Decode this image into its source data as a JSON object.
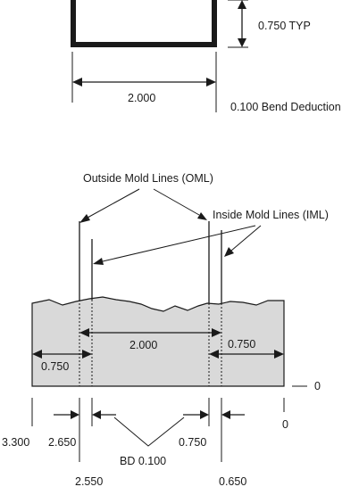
{
  "top_view": {
    "leg_height": "0.750 TYP",
    "width": "2.000",
    "bend_deduction": "0.100 Bend Deduction"
  },
  "flat_view": {
    "oml_label": "Outside Mold Lines (OML)",
    "iml_label": "Inside Mold Lines (IML)",
    "center_width": "2.000",
    "right_flange": "0.750",
    "left_flange": "0.750",
    "zero_right": "0",
    "zero_bottom": "0",
    "dim_3300": "3.300",
    "dim_2650": "2.650",
    "dim_0750": "0.750",
    "dim_2550": "2.550",
    "dim_0650": "0.650",
    "bd_label": "BD 0.100"
  },
  "colors": {
    "sheet_fill": "#d9d9d9",
    "line": "#1a1a1a"
  }
}
